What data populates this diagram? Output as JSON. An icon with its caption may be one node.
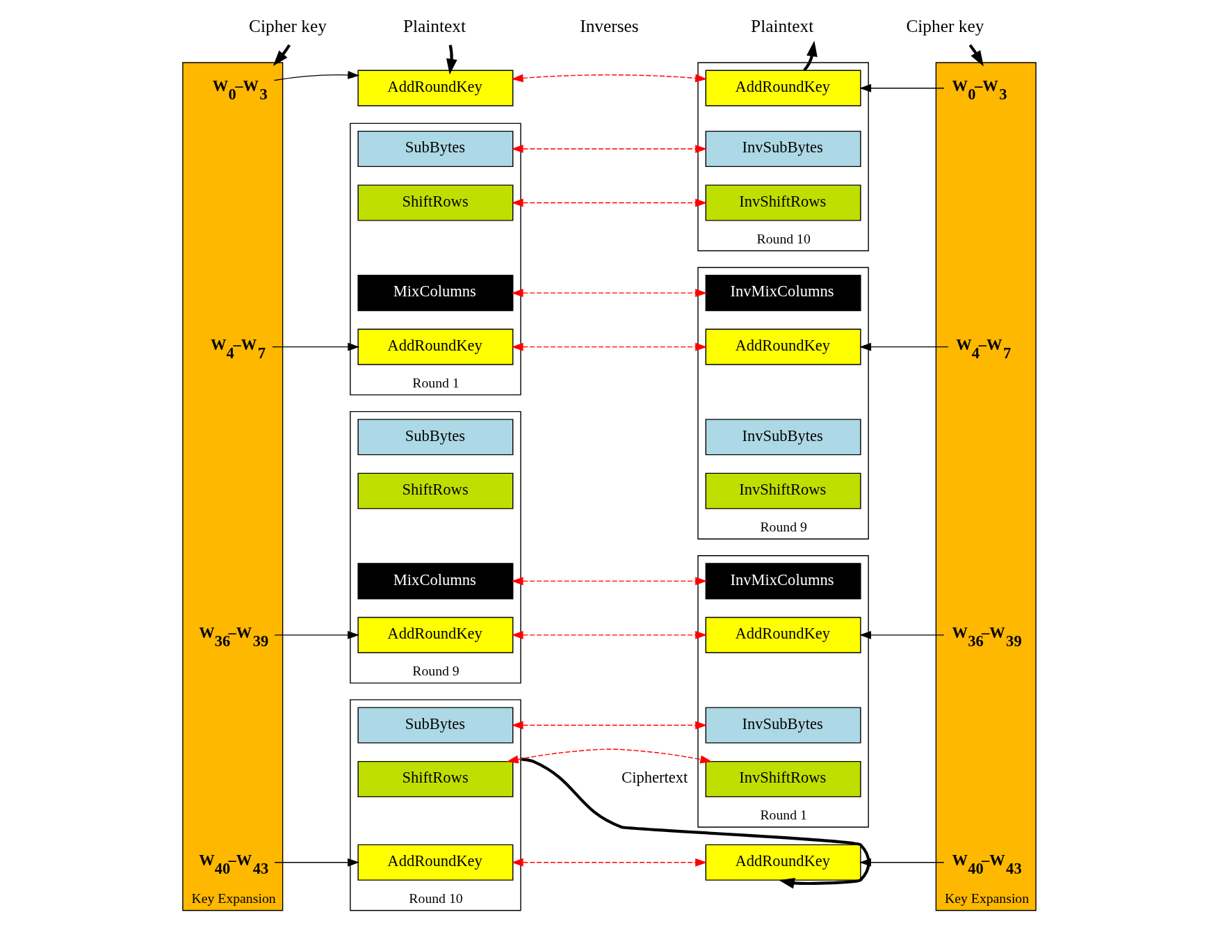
{
  "diagram": {
    "nodes": [
      {
        "text": [
          "Cipher key"
        ]
      },
      {
        "text": [
          "Plaintext"
        ]
      },
      {
        "text": [
          "Key Expansion"
        ]
      },
      {
        "text": [
          "W$_{0}$–W$_{3}$"
        ],
        "in": 2
      },
      {
        "text": [
          "W$_{4}$–W$_{7}$"
        ],
        "in": 2
      },
      {
        "text": [
          "W$_{36}$–W$_{39}$"
        ],
        "in": 2
      },
      {
        "text": [
          "W$_{40}$–W$_{43}$"
        ],
        "in": 2
      },
      {
        "text": [
          "AddRoundKey"
        ]
      },
      {
        "text": [
          "Round 1"
        ]
      },
      {
        "text": [
          "SubBytes"
        ],
        "in": 8
      },
      {
        "text": [
          "ShiftRows"
        ],
        "in": 8
      },
      {
        "text": [
          "MixColumns"
        ],
        "in": 8
      },
      {
        "text": [
          "AddRoundKey"
        ],
        "in": 8
      },
      {
        "text": [
          "Round 9"
        ]
      },
      {
        "text": [
          "SubBytes"
        ],
        "in": 13
      },
      {
        "text": [
          "ShiftRows"
        ],
        "in": 13
      },
      {
        "text": [
          "MixColumns"
        ],
        "in": 13
      },
      {
        "text": [
          "AddRoundKey"
        ],
        "in": 13
      },
      {
        "text": [
          "Round 10"
        ]
      },
      {
        "text": [
          "SubBytes"
        ],
        "in": 18
      },
      {
        "text": [
          "ShiftRows"
        ],
        "in": 18
      },
      {
        "text": [
          "AddRoundKey"
        ],
        "in": 18
      },
      {
        "text": [
          "Plaintext"
        ]
      },
      {
        "text": [
          "Cipher key"
        ]
      },
      {
        "text": [
          "Round 10"
        ]
      },
      {
        "text": [
          "AddRoundKey"
        ],
        "in": 24
      },
      {
        "text": [
          "InvSubBytes"
        ],
        "in": 24
      },
      {
        "text": [
          "InvShiftRows"
        ],
        "in": 24
      },
      {
        "text": [
          "Round 9"
        ]
      },
      {
        "text": [
          "InvMixColumns"
        ],
        "in": 28
      },
      {
        "text": [
          "AddRoundKey"
        ],
        "in": 28
      },
      {
        "text": [
          "InvSubBytes"
        ],
        "in": 28
      },
      {
        "text": [
          "InvShiftRows"
        ],
        "in": 28
      },
      {
        "text": [
          "Round 1"
        ]
      },
      {
        "text": [
          "InvMixColumns"
        ],
        "in": 33
      },
      {
        "text": [
          "AddRoundKey"
        ],
        "in": 33
      },
      {
        "text": [
          "InvSubBytes"
        ],
        "in": 33
      },
      {
        "text": [
          "InvShiftRows"
        ],
        "in": 33
      },
      {
        "text": [
          "AddRoundKey"
        ]
      },
      {
        "text": [
          "Key Expansion"
        ]
      },
      {
        "text": [
          "W$_{0}$–W$_{3}$"
        ],
        "in": 39
      },
      {
        "text": [
          "W$_{4}$–W$_{7}$"
        ],
        "in": 39
      },
      {
        "text": [
          "W$_{36}$–W$_{39}$"
        ],
        "in": 39
      },
      {
        "text": [
          "W$_{40}$–W$_{43}$"
        ],
        "in": 39
      }
    ],
    "edges": [
      {
        "from": 0,
        "to": 2,
        "arrow": "to",
        "style": "thick"
      },
      {
        "from": 1,
        "to": 7,
        "arrow": "to",
        "style": "thick"
      },
      {
        "from": 3,
        "to": 7,
        "arrow": "to"
      },
      {
        "from": 4,
        "to": 12,
        "arrow": "to"
      },
      {
        "from": 5,
        "to": 17,
        "arrow": "to"
      },
      {
        "from": 6,
        "to": 21,
        "arrow": "to"
      },
      {
        "from": 18,
        "to": 38,
        "label": "Ciphertext",
        "arrow": "to",
        "style": "thick"
      },
      {
        "from": 25,
        "to": 22,
        "arrow": "to",
        "style": "thick"
      },
      {
        "from": 23,
        "to": 39,
        "arrow": "to",
        "style": "thick"
      },
      {
        "from": 40,
        "to": 25,
        "arrow": "to"
      },
      {
        "from": 41,
        "to": 30,
        "arrow": "to"
      },
      {
        "from": 42,
        "to": 35,
        "arrow": "to"
      },
      {
        "from": 43,
        "to": 38,
        "arrow": "to"
      },
      {
        "from": 7,
        "to": 25,
        "arrow": "both",
        "style": "dashed",
        "color": "#ff0000"
      },
      {
        "from": 9,
        "to": 26,
        "arrow": "both",
        "style": "dashed",
        "color": "#ff0000"
      },
      {
        "from": 10,
        "to": 27,
        "arrow": "both",
        "style": "dashed",
        "color": "#ff0000"
      },
      {
        "from": 11,
        "to": 29,
        "arrow": "both",
        "style": "dashed",
        "color": "#ff0000"
      },
      {
        "from": 12,
        "to": 30,
        "arrow": "both",
        "style": "dashed",
        "color": "#ff0000"
      },
      {
        "from": 16,
        "to": 34,
        "arrow": "both",
        "style": "dashed",
        "color": "#ff0000"
      },
      {
        "from": 17,
        "to": 35,
        "arrow": "both",
        "style": "dashed",
        "color": "#ff0000"
      },
      {
        "from": 19,
        "to": 36,
        "arrow": "both",
        "style": "dashed",
        "color": "#ff0000"
      },
      {
        "from": 20,
        "to": 37,
        "arrow": "both",
        "style": "dashed",
        "color": "#ff0000"
      },
      {
        "from": 21,
        "to": 38,
        "arrow": "both",
        "style": "dashed",
        "color": "#ff0000"
      }
    ],
    "labels": [
      "Inverses"
    ]
  }
}
